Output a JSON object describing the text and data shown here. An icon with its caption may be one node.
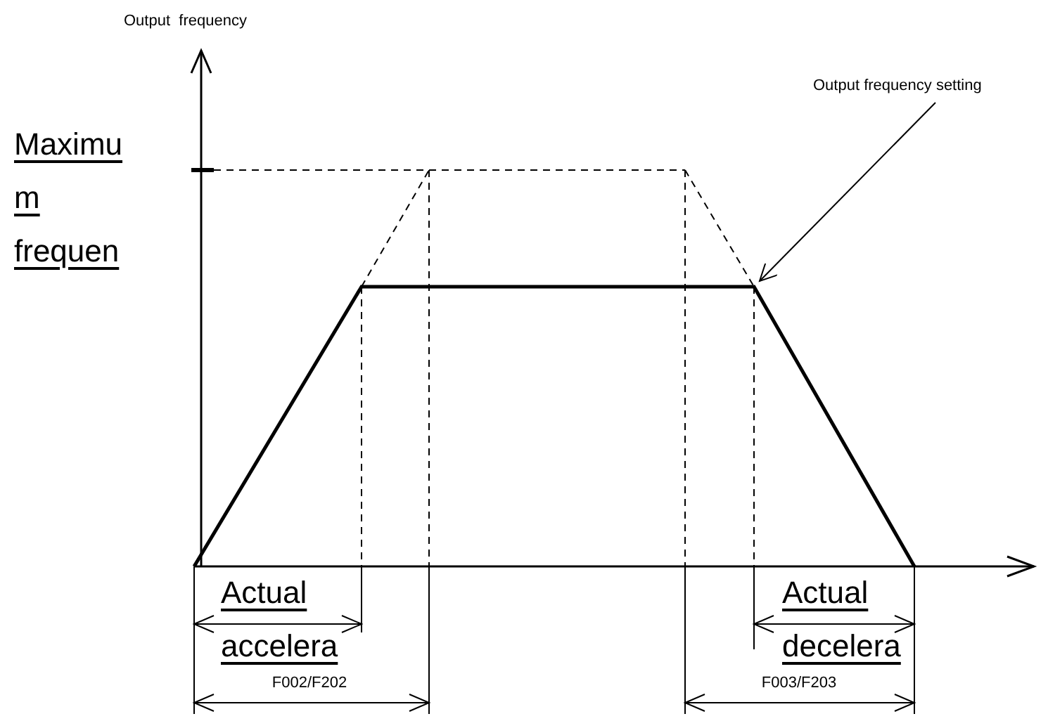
{
  "diagram": {
    "nodes": [
      {
        "text": [
          "Output frequency setting"
        ]
      },
      {
        "text": [],
        "shape": "line"
      }
    ],
    "edges": [
      {
        "from": 0,
        "to": 1,
        "arrow": "to"
      }
    ],
    "labels": [
      "Output  frequency",
      "Maximu m frequen",
      "Actual accelera",
      "F002/F202",
      "Actual decelera",
      "F003/F203"
    ]
  }
}
